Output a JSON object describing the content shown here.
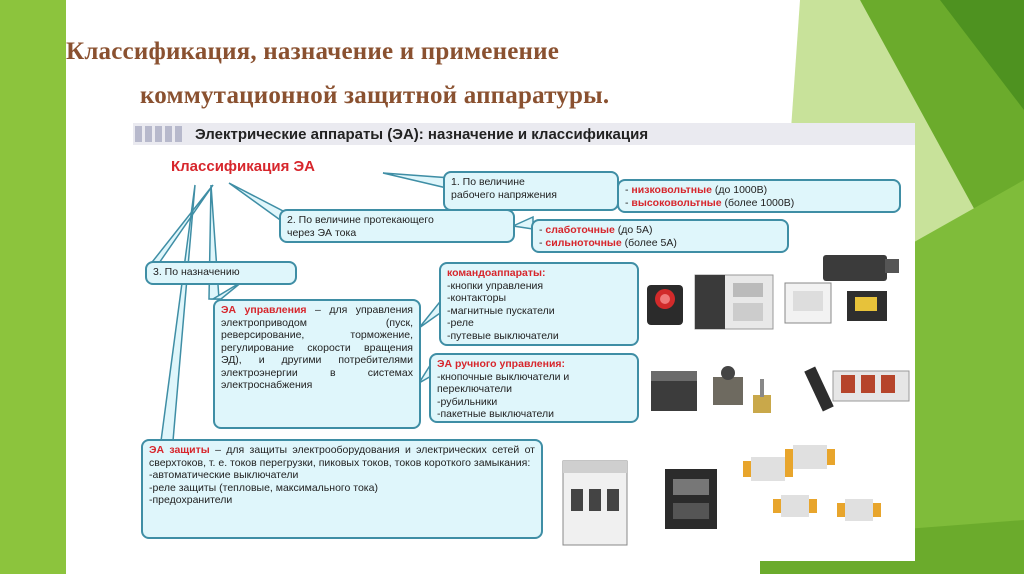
{
  "slide": {
    "title_line1": "Классификация, назначение и применение",
    "title_line2": "коммутационной защитной аппаратуры."
  },
  "diagram": {
    "header": "Электрические аппараты (ЭА): назначение и классификация",
    "classification_title": "Классификация ЭА",
    "criterion1": {
      "line1": "1.   По      величине",
      "line2": "рабочего напряжения"
    },
    "voltage": {
      "low_term": "низковольтные",
      "low_value": "(до 1000В)",
      "high_term": "высоковольтные",
      "high_value": "(более 1000В)"
    },
    "criterion2": {
      "line1": "2. По величине протекающего",
      "line2": "через ЭА тока"
    },
    "current": {
      "low_term": "слаботочные",
      "low_value": "(до 5А)",
      "high_term": "сильноточные",
      "high_value": "(более 5А)"
    },
    "criterion3": {
      "label": "3. По назначению"
    },
    "command_devices": {
      "title": "командоаппараты:",
      "items": [
        "-кнопки управления",
        "-контакторы",
        "-магнитные пускатели",
        "-реле",
        "-путевые выключатели"
      ]
    },
    "control_apparatus": {
      "term": "ЭА управления",
      "text": "– для управления электроприводом (пуск, реверсирование, торможение, регулирование скорости вращения ЭД), и другими потребителями электроэнергии в системах электроснабжения"
    },
    "manual_control": {
      "title": "ЭА ручного управления:",
      "items": [
        "-кнопочные выключатели и",
        "переключатели",
        "-рубильники",
        "-пакетные выключатели"
      ]
    },
    "protection_apparatus": {
      "term": "ЭА защиты",
      "text": "– для защиты электрооборудования и электрических сетей от сверхтоков, т. е. токов перегрузки, пиковых токов, токов короткого замыкания:",
      "items": [
        "-автоматические выключатели",
        "-реле защиты (тепловые, максимального тока)",
        "-предохранители"
      ]
    }
  }
}
